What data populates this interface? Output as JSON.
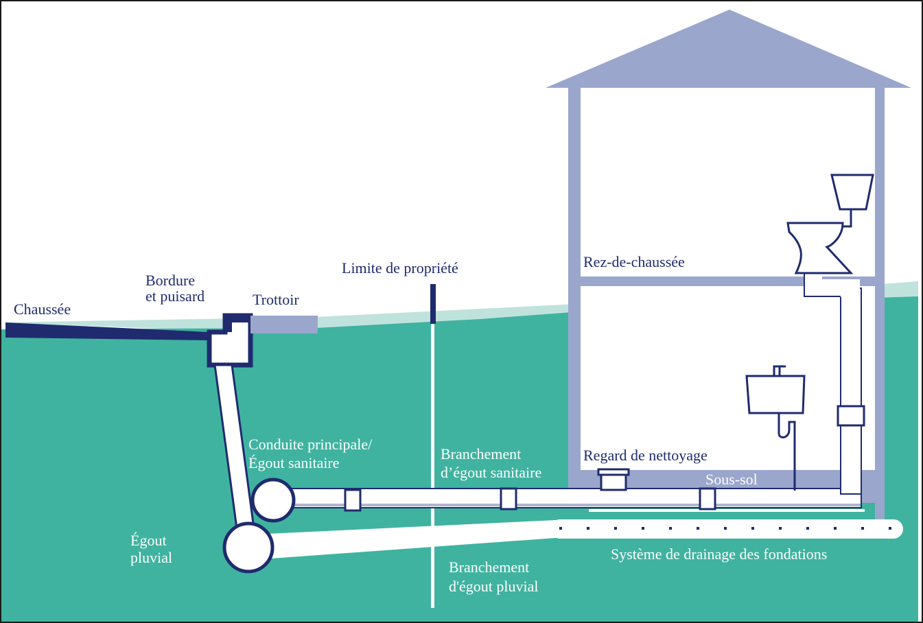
{
  "colors": {
    "water_green": "#3fb3a0",
    "light_green": "#bfe3dc",
    "house_blue": "#9aa6cc",
    "dark_navy": "#1f2b6e",
    "pipe_white": "#ffffff"
  },
  "labels": {
    "chaussee": "Chaussée",
    "bordure_line1": "Bordure",
    "bordure_line2": "et puisard",
    "trottoir": "Trottoir",
    "limite": "Limite de propriété",
    "rez": "Rez-de-chaussée",
    "conduite_line1": "Conduite principale/",
    "conduite_line2": "Égout sanitaire",
    "branchement_san_line1": "Branchement",
    "branchement_san_line2": "d’égout sanitaire",
    "regard": "Regard de nettoyage",
    "sous_sol": "Sous-sol",
    "egout_line1": "Égout",
    "egout_line2": "pluvial",
    "drainage": "Système de drainage des fondations",
    "branchement_pluv_line1": "Branchement",
    "branchement_pluv_line2": "d'égout pluvial"
  }
}
